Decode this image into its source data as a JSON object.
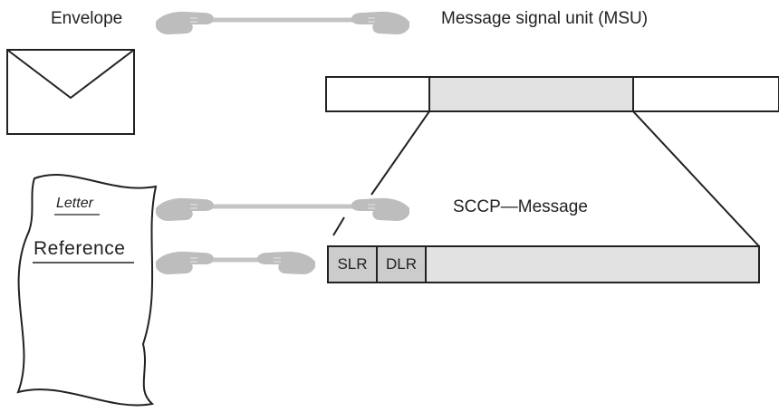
{
  "labels": {
    "envelope": "Envelope",
    "msu": "Message signal unit (MSU)",
    "sccp_message": "SCCP—Message",
    "letter": "Letter",
    "reference": "Reference",
    "slr": "SLR",
    "dlr": "DLR"
  },
  "colors": {
    "stroke": "#222222",
    "shaded_field": "#e2e2e2",
    "ref_field": "#cccccc",
    "hand": "#bdbdbd",
    "connector": "#c4c4c4"
  },
  "icons": [
    "pointing-hand-right-icon",
    "pointing-hand-left-icon",
    "envelope-icon",
    "letter-page-icon"
  ]
}
